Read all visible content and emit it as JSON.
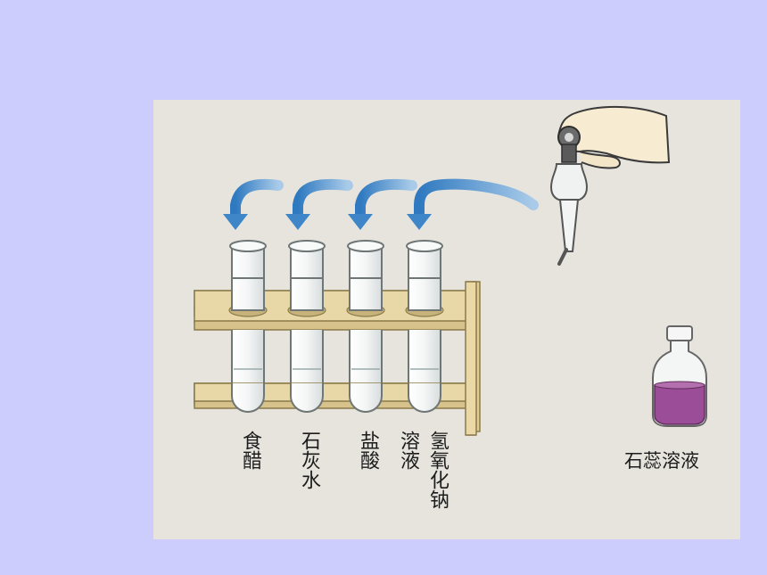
{
  "colors": {
    "slide_background": "#cccdfd",
    "figure_background": "#e6e4dd",
    "arrow_blue": "#3f86c9",
    "rack_wood": "#e8d8a8",
    "litmus_purple": "#9c4d98"
  },
  "tubes": [
    {
      "label": "食醋"
    },
    {
      "label": "石灰水"
    },
    {
      "label": "盐酸"
    },
    {
      "label": "氢氧化钠溶液",
      "label_col1": "溶液",
      "label_col2": "氢氧化钠"
    }
  ],
  "bottle": {
    "label": "石蕊溶液"
  },
  "icons": {
    "arrows": "curved-arrow-icon",
    "hand": "hand-with-dropper-icon"
  }
}
